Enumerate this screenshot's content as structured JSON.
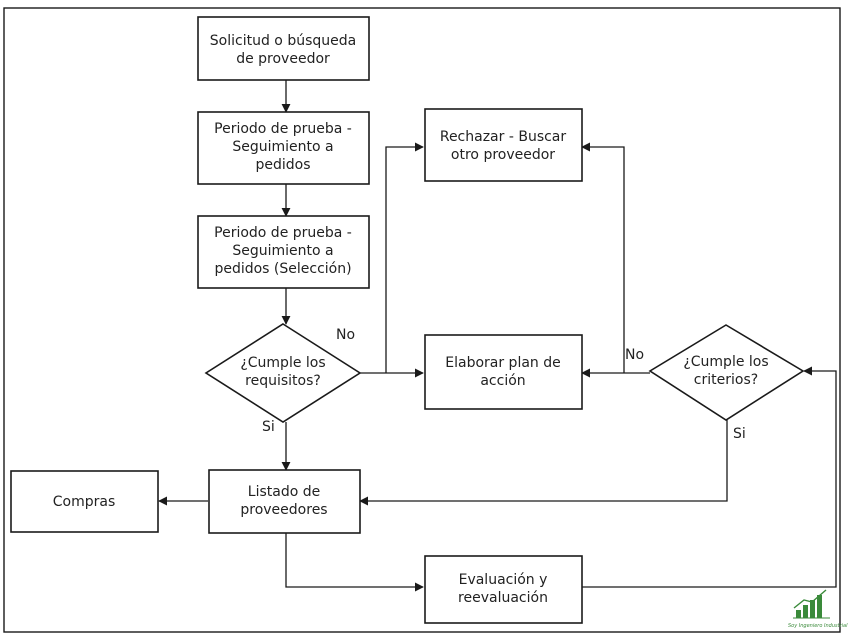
{
  "nodes": {
    "solicitud": {
      "lines": [
        "Solicitud o búsqueda",
        "de proveedor"
      ]
    },
    "periodo1": {
      "lines": [
        "Periodo de prueba -",
        "Seguimiento a",
        "pedidos"
      ]
    },
    "periodo2": {
      "lines": [
        "Periodo de prueba -",
        "Seguimiento a",
        "pedidos (Selección)"
      ]
    },
    "requisitos": {
      "lines": [
        "¿Cumple los",
        "requisitos?"
      ]
    },
    "rechazar": {
      "lines": [
        "Rechazar - Buscar",
        "otro proveedor"
      ]
    },
    "plan": {
      "lines": [
        "Elaborar plan de",
        "acción"
      ]
    },
    "criterios": {
      "lines": [
        "¿Cumple los",
        "criterios?"
      ]
    },
    "compras": {
      "lines": [
        "Compras"
      ]
    },
    "listado": {
      "lines": [
        "Listado de",
        "proveedores"
      ]
    },
    "evaluacion": {
      "lines": [
        "Evaluación y",
        "reevaluación"
      ]
    }
  },
  "edge_labels": {
    "requisitos_no": "No",
    "requisitos_si": "Si",
    "criterios_no": "No",
    "criterios_si": "Si"
  },
  "watermark": {
    "icon": "bar-chart-logo-icon",
    "text": "Soy Ingeniero Industrial"
  },
  "colors": {
    "stroke": "#1a1a1a",
    "text": "#222222",
    "logo": "#3a8a3a"
  }
}
